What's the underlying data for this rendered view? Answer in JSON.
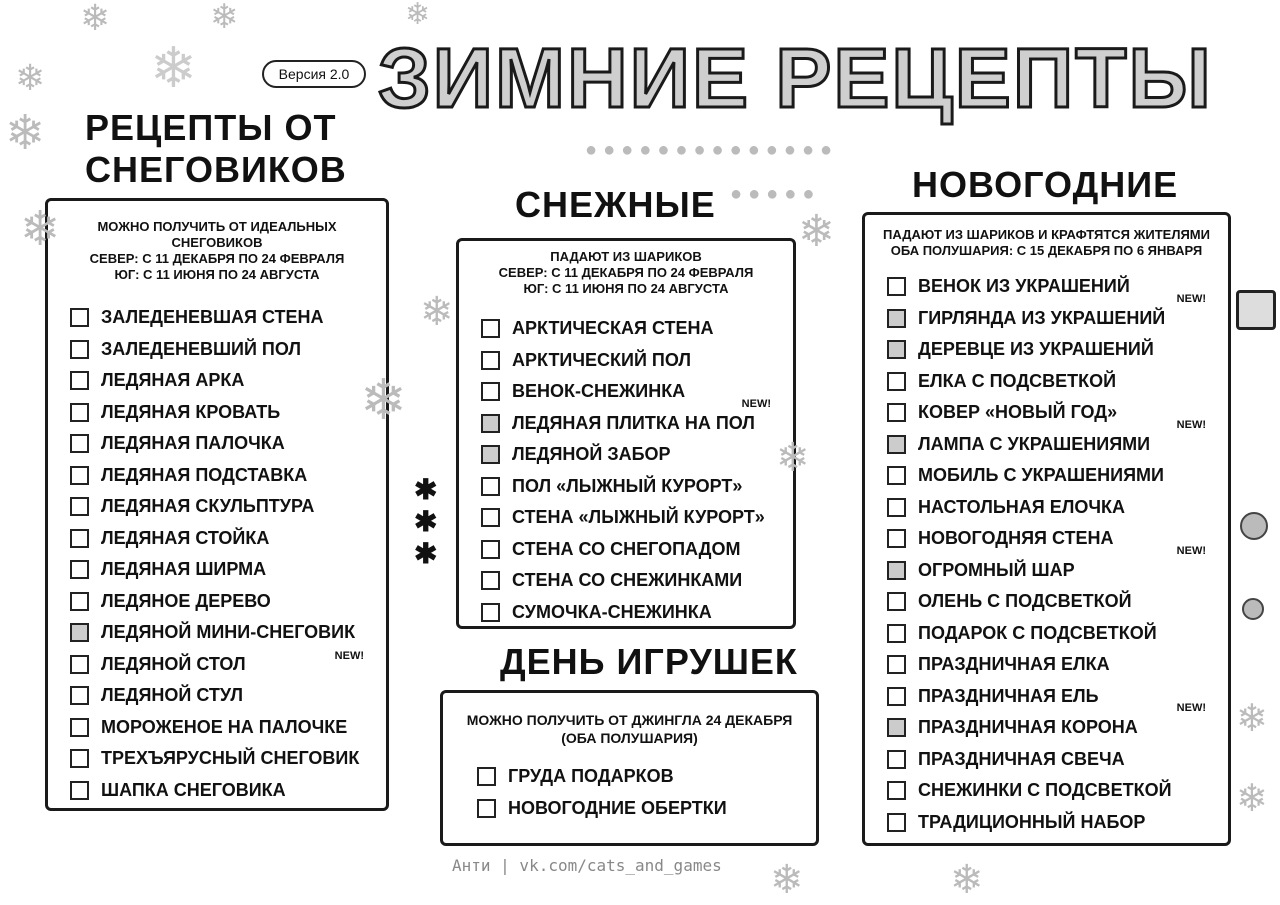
{
  "title": "ЗИМНИЕ РЕЦЕПТЫ",
  "version": "Версия 2.0",
  "snowmen": {
    "heading_1": "РЕЦЕПТЫ ОТ",
    "heading_2": "СНЕГОВИКОВ",
    "desc": [
      "МОЖНО ПОЛУЧИТЬ ОТ ИДЕАЛЬНЫХ",
      "СНЕГОВИКОВ",
      "СЕВЕР: С 11 ДЕКАБРЯ ПО 24 ФЕВРАЛЯ",
      "ЮГ: С 11 ИЮНЯ ПО 24 АВГУСТА"
    ],
    "items": [
      {
        "label": "ЗАЛЕДЕНЕВШАЯ СТЕНА"
      },
      {
        "label": "ЗАЛЕДЕНЕВШИЙ ПОЛ"
      },
      {
        "label": "ЛЕДЯНАЯ АРКА"
      },
      {
        "label": "ЛЕДЯНАЯ КРОВАТЬ"
      },
      {
        "label": "ЛЕДЯНАЯ ПАЛОЧКА"
      },
      {
        "label": "ЛЕДЯНАЯ ПОДСТАВКА"
      },
      {
        "label": "ЛЕДЯНАЯ СКУЛЬПТУРА"
      },
      {
        "label": "ЛЕДЯНАЯ СТОЙКА"
      },
      {
        "label": "ЛЕДЯНАЯ ШИРМА"
      },
      {
        "label": "ЛЕДЯНОЕ ДЕРЕВО"
      },
      {
        "label": "ЛЕДЯНОЙ МИНИ-СНЕГОВИК",
        "new": true
      },
      {
        "label": "ЛЕДЯНОЙ СТОЛ"
      },
      {
        "label": "ЛЕДЯНОЙ СТУЛ"
      },
      {
        "label": "МОРОЖЕНОЕ НА ПАЛОЧКЕ"
      },
      {
        "label": "ТРЕХЪЯРУСНЫЙ СНЕГОВИК"
      },
      {
        "label": "ШАПКА СНЕГОВИКА"
      }
    ]
  },
  "snowy": {
    "heading": "СНЕЖНЫЕ",
    "desc": [
      "ПАДАЮТ ИЗ ШАРИКОВ",
      "СЕВЕР: С 11 ДЕКАБРЯ ПО 24 ФЕВРАЛЯ",
      "ЮГ: С 11 ИЮНЯ ПО 24 АВГУСТА"
    ],
    "items": [
      {
        "label": "АРКТИЧЕСКАЯ СТЕНА"
      },
      {
        "label": "АРКТИЧЕСКИЙ ПОЛ"
      },
      {
        "label": "ВЕНОК-СНЕЖИНКА"
      },
      {
        "label": "ЛЕДЯНАЯ ПЛИТКА НА ПОЛ",
        "new": true
      },
      {
        "label": "ЛЕДЯНОЙ ЗАБОР",
        "new": true
      },
      {
        "label": "ПОЛ «ЛЫЖНЫЙ КУРОРТ»"
      },
      {
        "label": "СТЕНА «ЛЫЖНЫЙ КУРОРТ»"
      },
      {
        "label": "СТЕНА СО СНЕГОПАДОМ"
      },
      {
        "label": "СТЕНА СО СНЕЖИНКАМИ"
      },
      {
        "label": "СУМОЧКА-СНЕЖИНКА"
      }
    ]
  },
  "toy_day": {
    "heading": "ДЕНЬ ИГРУШЕК",
    "desc": [
      "МОЖНО ПОЛУЧИТЬ ОТ ДЖИНГЛА 24 ДЕКАБРЯ",
      "(ОБА ПОЛУШАРИЯ)"
    ],
    "items": [
      {
        "label": "ГРУДА ПОДАРКОВ"
      },
      {
        "label": "НОВОГОДНИЕ ОБЕРТКИ"
      }
    ]
  },
  "new_year": {
    "heading": "НОВОГОДНИЕ",
    "desc": [
      "ПАДАЮТ ИЗ ШАРИКОВ И КРАФТЯТСЯ ЖИТЕЛЯМИ",
      "ОБА ПОЛУШАРИЯ: С 15 ДЕКАБРЯ ПО 6 ЯНВАРЯ"
    ],
    "items": [
      {
        "label": "ВЕНОК ИЗ УКРАШЕНИЙ"
      },
      {
        "label": "ГИРЛЯНДА ИЗ УКРАШЕНИЙ",
        "new": true
      },
      {
        "label": "ДЕРЕВЦЕ ИЗ УКРАШЕНИЙ",
        "new": true
      },
      {
        "label": "ЕЛКА С ПОДСВЕТКОЙ"
      },
      {
        "label": "КОВЕР «НОВЫЙ ГОД»"
      },
      {
        "label": "ЛАМПА С УКРАШЕНИЯМИ",
        "new": true
      },
      {
        "label": "МОБИЛЬ С УКРАШЕНИЯМИ"
      },
      {
        "label": "НАСТОЛЬНАЯ ЕЛОЧКА"
      },
      {
        "label": "НОВОГОДНЯЯ СТЕНА"
      },
      {
        "label": "ОГРОМНЫЙ ШАР",
        "new": true
      },
      {
        "label": "ОЛЕНЬ С ПОДСВЕТКОЙ"
      },
      {
        "label": "ПОДАРОК С ПОДСВЕТКОЙ"
      },
      {
        "label": "ПРАЗДНИЧНАЯ ЕЛКА"
      },
      {
        "label": "ПРАЗДНИЧНАЯ ЕЛЬ"
      },
      {
        "label": "ПРАЗДНИЧНАЯ КОРОНА",
        "new": true
      },
      {
        "label": "ПРАЗДНИЧНАЯ СВЕЧА"
      },
      {
        "label": "СНЕЖИНКИ С ПОДСВЕТКОЙ"
      },
      {
        "label": "ТРАДИЦИОННЫЙ НАБОР"
      }
    ]
  },
  "new_badge": "NEW!",
  "footer": "Анти | vk.com/cats_and_games"
}
